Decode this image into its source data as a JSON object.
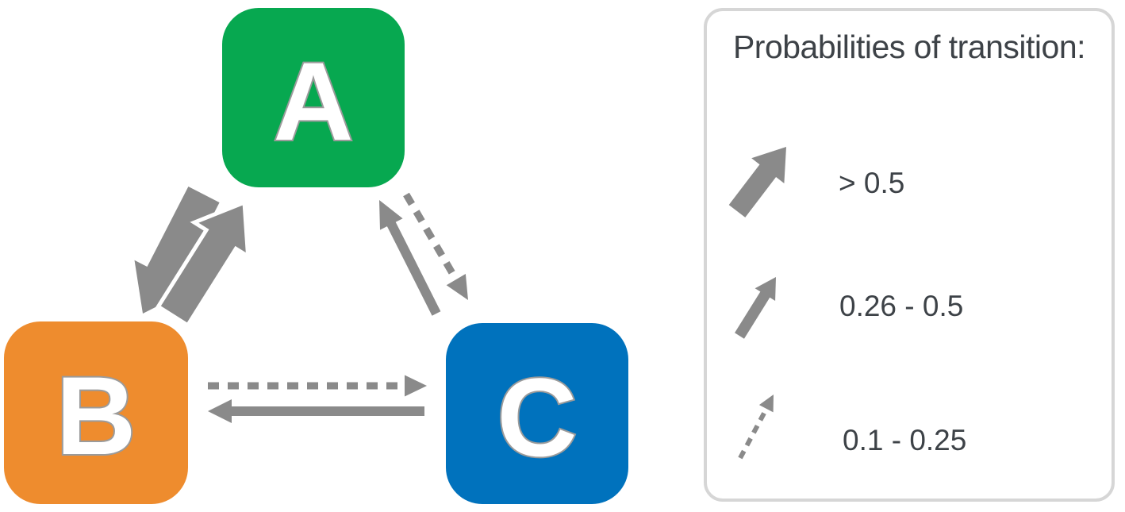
{
  "diagram": {
    "nodes": [
      {
        "id": "A",
        "label": "A",
        "color": "#07a850"
      },
      {
        "id": "B",
        "label": "B",
        "color": "#ee8c2e"
      },
      {
        "id": "C",
        "label": "C",
        "color": "#0072bd"
      }
    ],
    "edges": [
      {
        "from": "A",
        "to": "B",
        "style": "thick-solid",
        "probability": "> 0.5"
      },
      {
        "from": "B",
        "to": "A",
        "style": "thick-solid",
        "probability": "> 0.5"
      },
      {
        "from": "C",
        "to": "A",
        "style": "medium-solid",
        "probability": "0.26 - 0.5"
      },
      {
        "from": "A",
        "to": "C",
        "style": "thin-dashed",
        "probability": "0.1 - 0.25"
      },
      {
        "from": "B",
        "to": "C",
        "style": "thin-dashed",
        "probability": "0.1 - 0.25"
      },
      {
        "from": "C",
        "to": "B",
        "style": "medium-solid",
        "probability": "0.26 - 0.5"
      }
    ],
    "arrow_color": "#8a8a8a"
  },
  "legend": {
    "title": "Probabilities of transition:",
    "items": [
      {
        "symbol": "thick-solid-arrow",
        "label": "> 0.5"
      },
      {
        "symbol": "medium-solid-arrow",
        "label": "0.26 - 0.5"
      },
      {
        "symbol": "thin-dashed-arrow",
        "label": "0.1 - 0.25"
      }
    ]
  }
}
